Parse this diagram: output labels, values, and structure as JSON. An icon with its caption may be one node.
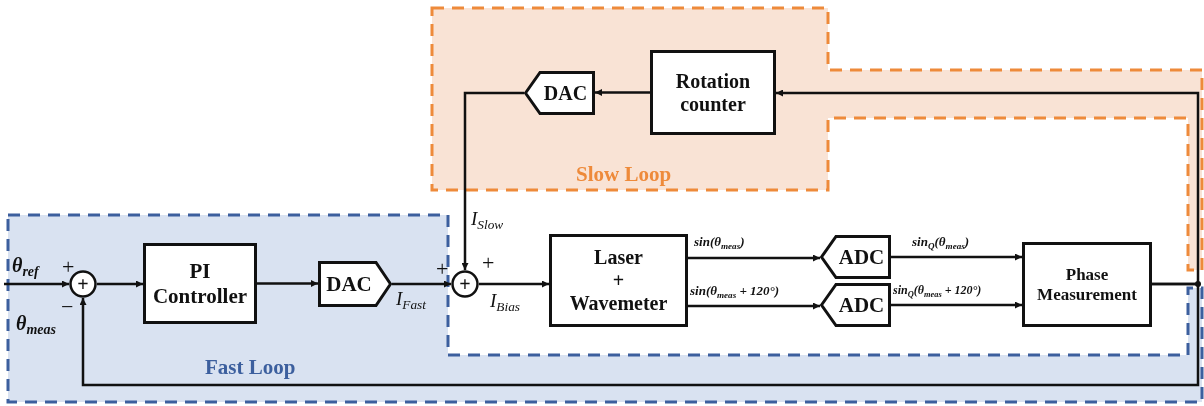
{
  "diagram": {
    "nodes": [
      {
        "text": [
          "Slow Loop"
        ]
      },
      {
        "text": [
          "DAC"
        ],
        "in": 0
      },
      {
        "text": [
          "Rotation counter"
        ],
        "in": 0
      },
      {
        "text": [
          "Fast Loop"
        ]
      },
      {
        "text": [
          "+"
        ],
        "in": 3
      },
      {
        "text": [
          "PI Controller"
        ],
        "in": 3
      },
      {
        "text": [
          "DAC"
        ],
        "in": 3
      },
      {
        "text": [
          "+"
        ]
      },
      {
        "text": [
          "Laser + Wavemeter"
        ]
      },
      {
        "text": [
          "ADC"
        ]
      },
      {
        "text": [
          "ADC"
        ]
      },
      {
        "text": [
          "Phase Measurement"
        ]
      }
    ],
    "edges": [
      {
        "from": null,
        "to": 4,
        "arrow": "to",
        "label": "θ$_{ref}$"
      },
      {
        "from": 4,
        "to": 5,
        "arrow": "to"
      },
      {
        "from": 5,
        "to": 6,
        "arrow": "to"
      },
      {
        "from": 6,
        "to": 7,
        "arrow": "to",
        "label": "I$_{Fast}$"
      },
      {
        "from": 7,
        "to": 8,
        "arrow": "to",
        "label": "I$_{Bias}$"
      },
      {
        "from": 8,
        "to": 9,
        "arrow": "to",
        "label": "sin(θ$_{meas}$)"
      },
      {
        "from": 8,
        "to": 10,
        "arrow": "to",
        "label": "sin(θ$_{meas}$ + 120°)"
      },
      {
        "from": 9,
        "to": 11,
        "arrow": "to",
        "label": "sin$_{Q}$(θ$_{meas}$)"
      },
      {
        "from": 10,
        "to": 11,
        "arrow": "to",
        "label": "sin$_{Q}$(θ$_{meas}$ + 120°)"
      },
      {
        "from": 11,
        "to": 2,
        "arrow": "to"
      },
      {
        "from": 11,
        "to": 4,
        "arrow": "to",
        "label": "θ$_{meas}$"
      },
      {
        "from": 2,
        "to": 1,
        "arrow": "to"
      },
      {
        "from": 1,
        "to": 7,
        "arrow": "to",
        "label": "I$_{Slow}$"
      }
    ],
    "labels": [
      "+",
      "−",
      "+",
      "+"
    ]
  }
}
